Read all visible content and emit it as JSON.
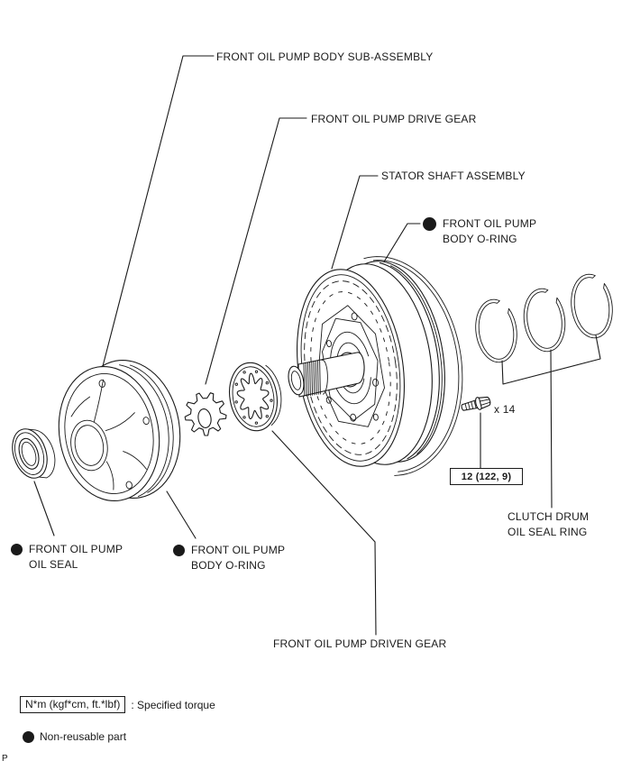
{
  "callouts": {
    "body_sub_assembly": {
      "text": "FRONT OIL PUMP BODY SUB-ASSEMBLY"
    },
    "drive_gear": {
      "text": "FRONT OIL PUMP DRIVE GEAR"
    },
    "stator_shaft": {
      "text": "STATOR SHAFT ASSEMBLY"
    },
    "body_o_ring_upper": {
      "line1": "FRONT OIL PUMP",
      "line2": "BODY O-RING"
    },
    "oil_seal": {
      "line1": "FRONT OIL PUMP",
      "line2": "OIL SEAL"
    },
    "body_o_ring_lower": {
      "line1": "FRONT OIL PUMP",
      "line2": "BODY O-RING"
    },
    "driven_gear": {
      "text": "FRONT OIL PUMP DRIVEN GEAR"
    },
    "clutch_drum": {
      "line1": "CLUTCH DRUM",
      "line2": "OIL SEAL RING"
    },
    "bolt_quantity": "x 14",
    "torque_spec": "12 (122, 9)"
  },
  "legend": {
    "torque_units_box": "N*m (kgf*cm, ft.*lbf)",
    "torque_meaning": ": Specified torque",
    "non_reusable_meaning": "Non-reusable part"
  },
  "page_marker": "P",
  "colors": {
    "line": "#1a1a1a",
    "background": "#ffffff"
  }
}
